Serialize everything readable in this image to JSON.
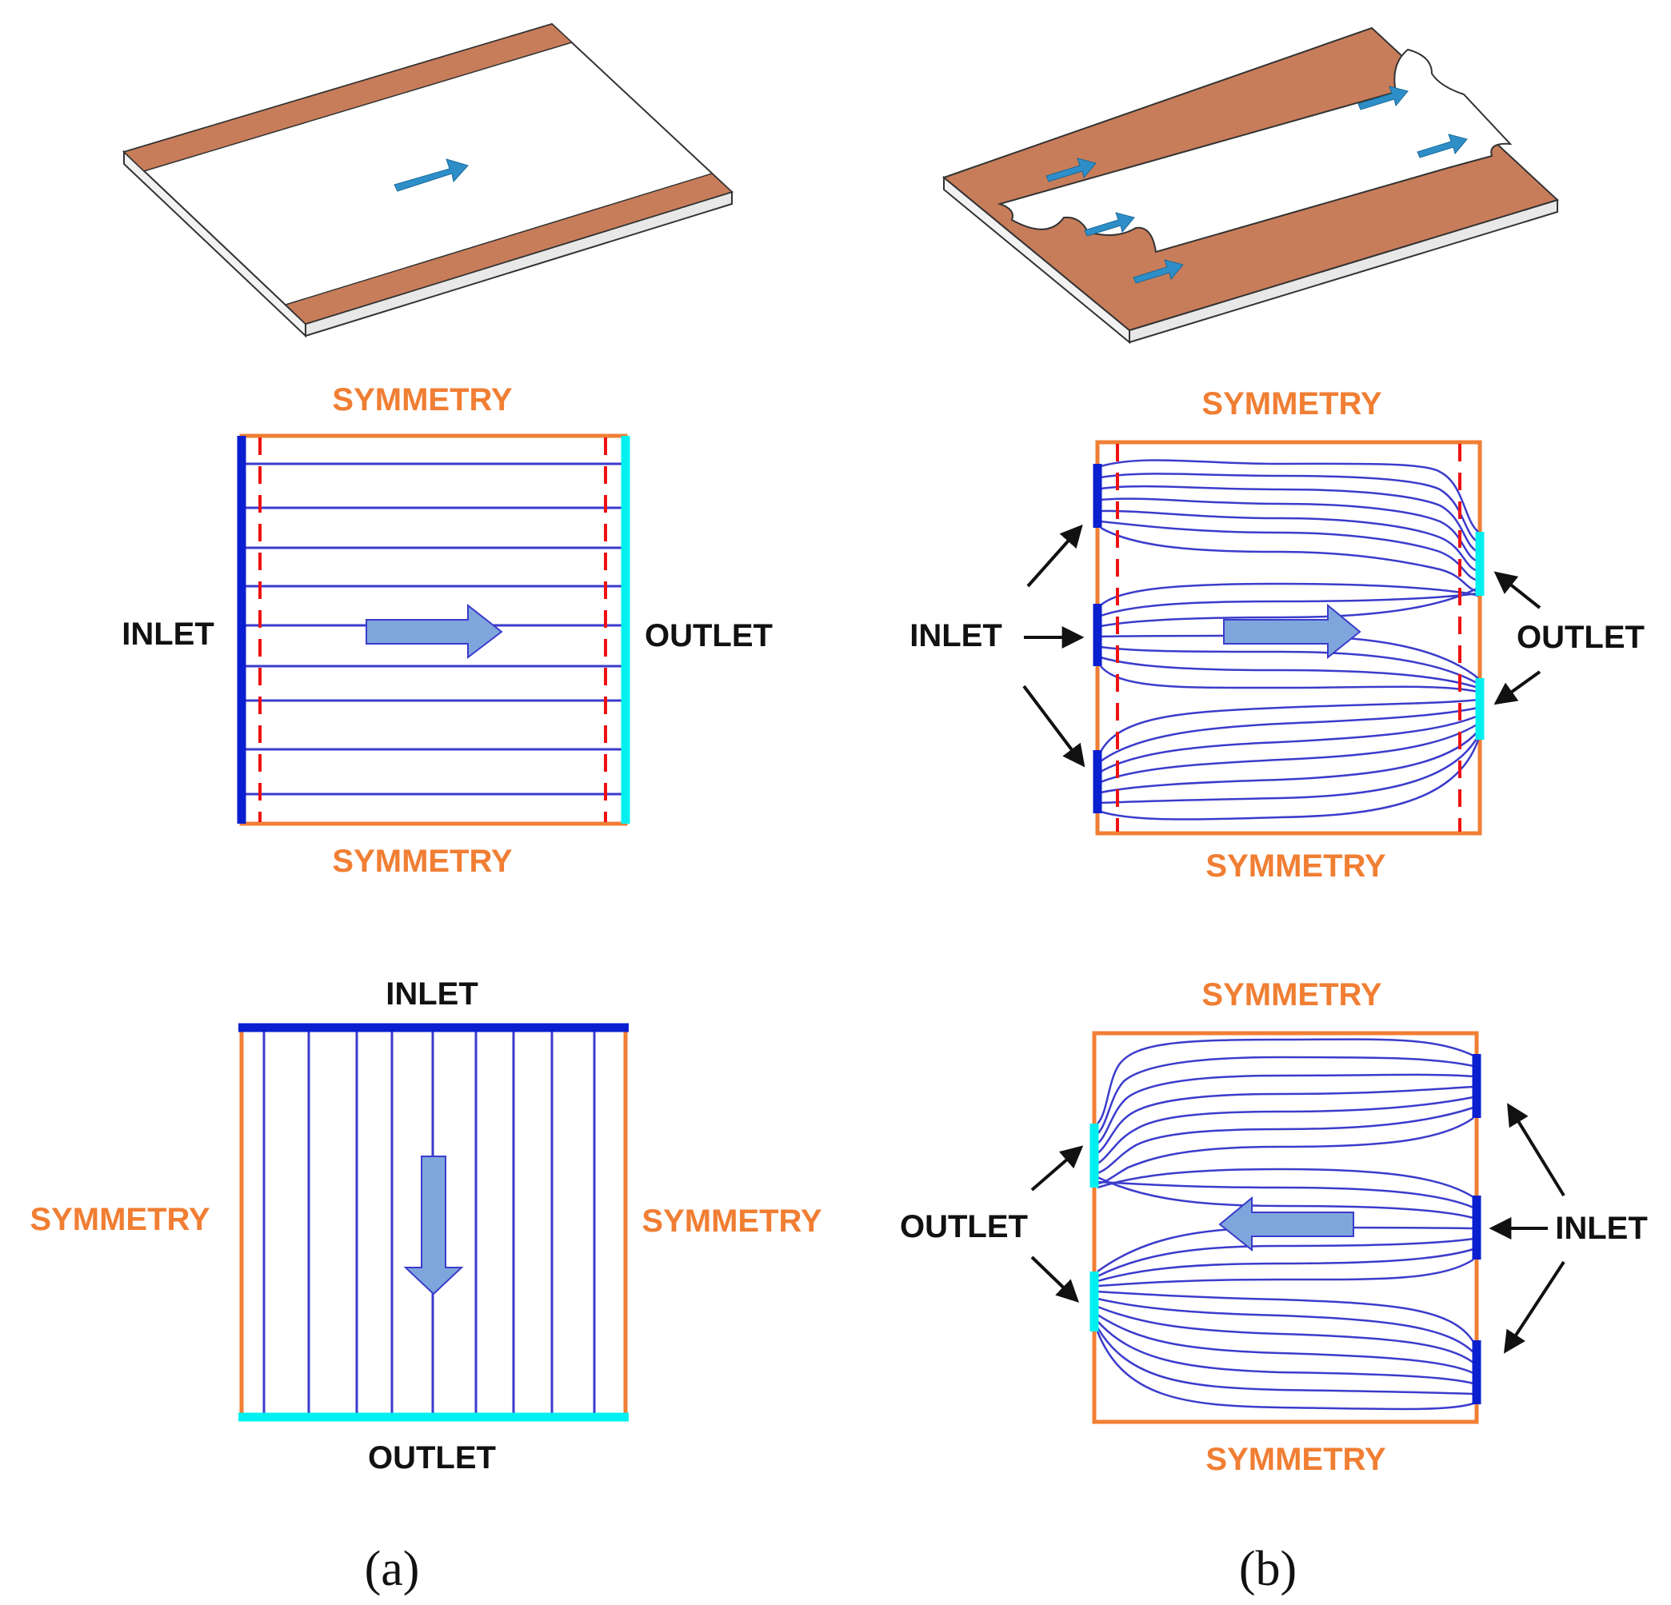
{
  "colors": {
    "symmetry": "#F07E33",
    "inlet": "#0A1FD0",
    "outlet": "#00F0F0",
    "streamline": "#3B3BCC",
    "divider": "#EE1111",
    "flow_arrow": "#7EA6DC",
    "plate_edge": "#C87D5A",
    "plate_arrow": "#2E8FC8",
    "label_dark": "#111111"
  },
  "panel_a": {
    "caption": "(a)",
    "top_diagram": {
      "symmetry_top": "SYMMETRY",
      "symmetry_bottom": "SYMMETRY",
      "inlet": "INLET",
      "outlet": "OUTLET"
    },
    "bottom_diagram": {
      "inlet": "INLET",
      "outlet": "OUTLET",
      "symmetry_left": "SYMMETRY",
      "symmetry_right": "SYMMETRY"
    }
  },
  "panel_b": {
    "caption": "(b)",
    "top_diagram": {
      "symmetry_top": "SYMMETRY",
      "symmetry_bottom": "SYMMETRY",
      "inlet": "INLET",
      "outlet": "OUTLET"
    },
    "bottom_diagram": {
      "symmetry_top": "SYMMETRY",
      "symmetry_bottom": "SYMMETRY",
      "inlet": "INLET",
      "outlet": "OUTLET"
    }
  }
}
